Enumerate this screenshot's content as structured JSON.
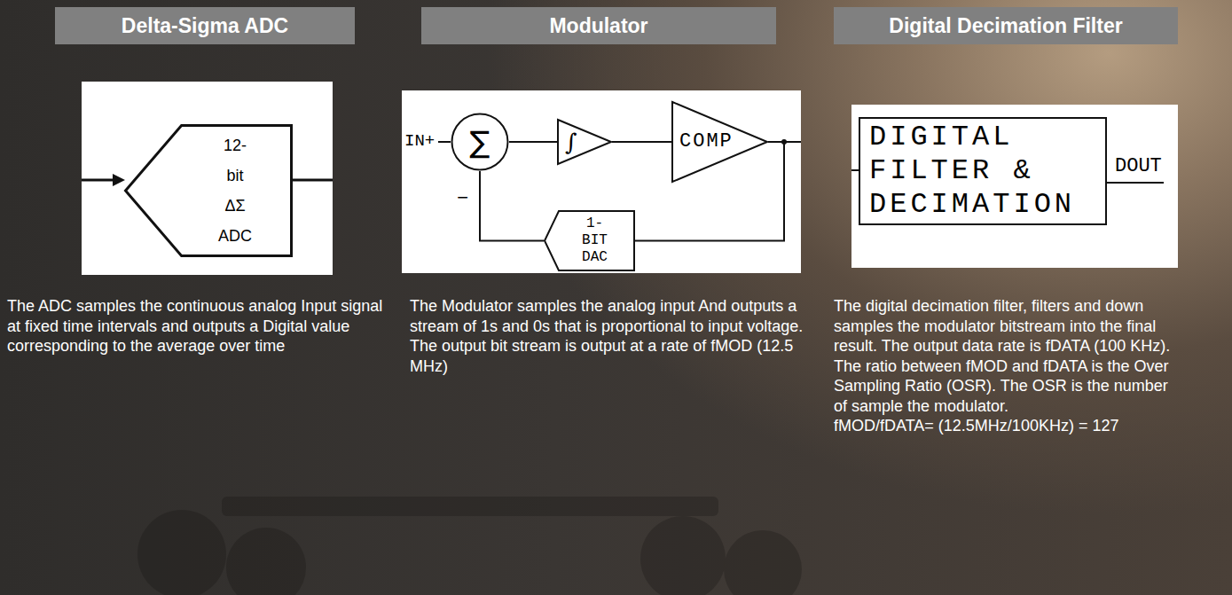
{
  "diagram": {
    "nodes": [
      {
        "text": [
          "Delta-Sigma ADC"
        ]
      },
      {
        "text": [
          "12-bit ΔΣ ADC"
        ]
      },
      {
        "text": [
          "Modulator"
        ]
      },
      {
        "text": [
          "∑"
        ]
      },
      {
        "text": [
          "∫"
        ]
      },
      {
        "text": [
          "COMP"
        ]
      },
      {
        "text": [
          "1-BIT DAC"
        ]
      },
      {
        "text": [
          "Digital Decimation Filter"
        ]
      },
      {
        "text": [
          "DIGITAL FILTER & DECIMATION"
        ]
      }
    ],
    "edges": [
      {
        "from": 3,
        "to": 4,
        "arrow": "none"
      },
      {
        "from": 4,
        "to": 5,
        "arrow": "none"
      },
      {
        "from": 5,
        "to": 6,
        "arrow": "none"
      },
      {
        "from": 6,
        "to": 3,
        "arrow": "none"
      }
    ],
    "labels": [
      "The ADC samples the continuous analog Input signal at fixed time intervals and outputs a Digital value corresponding to the average over time",
      "IN+",
      "−",
      "The Modulator samples the analog input And outputs a stream of 1s and 0s that is proportional to input voltage. The output bit stream is output at a rate of fMOD (12.5 MHz)",
      "DOUT",
      "The digital decimation filter, filters and down samples the modulator bitstream into the final result. The output data rate is fDATA (100 KHz). The ratio between fMOD and fDATA is the Over Sampling Ratio (OSR). The OSR is the number of sample the modulator.",
      "fMOD/fDATA= (12.5MHz/100KHz) = 127"
    ]
  }
}
